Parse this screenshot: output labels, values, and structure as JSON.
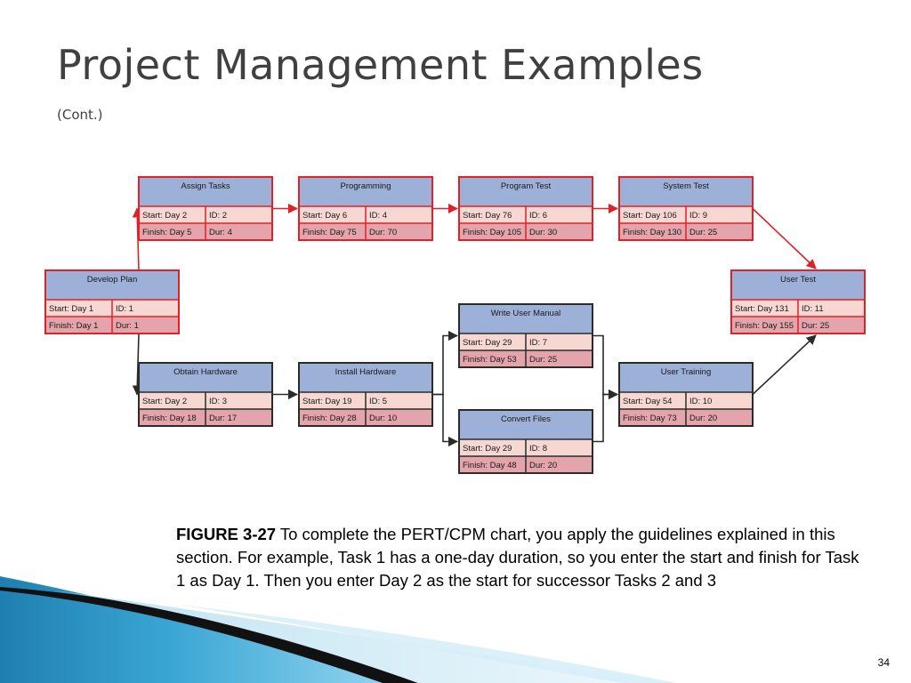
{
  "slide": {
    "title": "Project Management Examples",
    "subtitle": "(Cont.)",
    "caption_bold": "FIGURE 3-27",
    "caption_text": " To complete the PERT/CPM chart, you apply the guidelines explained in this section. For example, Task 1 has a one-day duration, so you enter the start and finish for Task 1 as Day 1. Then you enter Day 2 as the start for successor Tasks 2 and 3",
    "page_number": "34"
  },
  "colors": {
    "header_fill": "#9db0d8",
    "start_fill": "#f7d7d1",
    "finish_fill": "#e3a4ab",
    "critical": "#e02127",
    "normal": "#2b2b2b"
  },
  "tasks": [
    {
      "key": "develop_plan",
      "name": "Develop Plan",
      "start": "Start: Day 1",
      "id": "ID: 1",
      "finish": "Finish: Day 1",
      "dur": "Dur: 1",
      "critical": true
    },
    {
      "key": "assign_tasks",
      "name": "Assign Tasks",
      "start": "Start: Day 2",
      "id": "ID: 2",
      "finish": "Finish: Day 5",
      "dur": "Dur: 4",
      "critical": true
    },
    {
      "key": "obtain_hardware",
      "name": "Obtain Hardware",
      "start": "Start: Day 2",
      "id": "ID: 3",
      "finish": "Finish: Day 18",
      "dur": "Dur: 17",
      "critical": false
    },
    {
      "key": "programming",
      "name": "Programming",
      "start": "Start: Day 6",
      "id": "ID: 4",
      "finish": "Finish: Day 75",
      "dur": "Dur: 70",
      "critical": true
    },
    {
      "key": "install_hardware",
      "name": "Install Hardware",
      "start": "Start: Day 19",
      "id": "ID: 5",
      "finish": "Finish: Day 28",
      "dur": "Dur: 10",
      "critical": false
    },
    {
      "key": "program_test",
      "name": "Program Test",
      "start": "Start: Day 76",
      "id": "ID: 6",
      "finish": "Finish: Day 105",
      "dur": "Dur: 30",
      "critical": true
    },
    {
      "key": "write_user_manual",
      "name": "Write User Manual",
      "start": "Start: Day 29",
      "id": "ID: 7",
      "finish": "Finish: Day 53",
      "dur": "Dur: 25",
      "critical": false
    },
    {
      "key": "convert_files",
      "name": "Convert Files",
      "start": "Start: Day 29",
      "id": "ID: 8",
      "finish": "Finish: Day 48",
      "dur": "Dur: 20",
      "critical": false
    },
    {
      "key": "system_test",
      "name": "System Test",
      "start": "Start: Day 106",
      "id": "ID: 9",
      "finish": "Finish: Day 130",
      "dur": "Dur: 25",
      "critical": true
    },
    {
      "key": "user_training",
      "name": "User Training",
      "start": "Start: Day 54",
      "id": "ID: 10",
      "finish": "Finish: Day 73",
      "dur": "Dur: 20",
      "critical": false
    },
    {
      "key": "user_test",
      "name": "User Test",
      "start": "Start: Day 131",
      "id": "ID: 11",
      "finish": "Finish: Day 155",
      "dur": "Dur: 25",
      "critical": true
    }
  ],
  "links": [
    {
      "from": "develop_plan",
      "to": "assign_tasks",
      "critical": true
    },
    {
      "from": "develop_plan",
      "to": "obtain_hardware",
      "critical": false
    },
    {
      "from": "assign_tasks",
      "to": "programming",
      "critical": true
    },
    {
      "from": "programming",
      "to": "program_test",
      "critical": true
    },
    {
      "from": "program_test",
      "to": "system_test",
      "critical": true
    },
    {
      "from": "system_test",
      "to": "user_test",
      "critical": true
    },
    {
      "from": "obtain_hardware",
      "to": "install_hardware",
      "critical": false
    },
    {
      "from": "install_hardware",
      "to": "write_user_manual",
      "critical": false
    },
    {
      "from": "install_hardware",
      "to": "convert_files",
      "critical": false
    },
    {
      "from": "write_user_manual",
      "to": "user_training",
      "critical": false
    },
    {
      "from": "convert_files",
      "to": "user_training",
      "critical": false
    },
    {
      "from": "user_training",
      "to": "user_test",
      "critical": false
    }
  ]
}
